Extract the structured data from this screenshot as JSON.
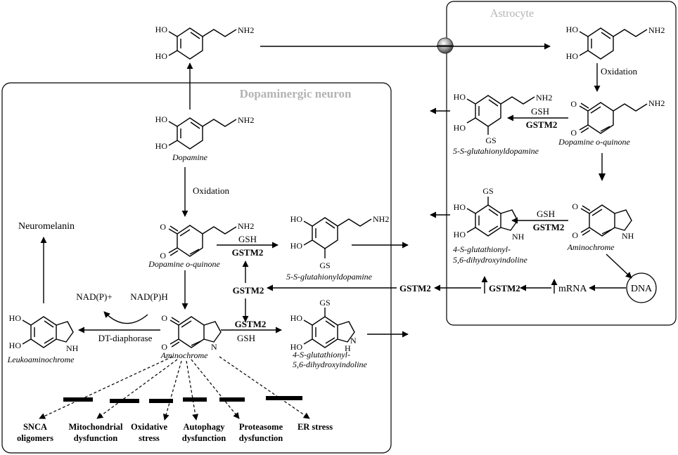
{
  "compartments": {
    "neuron": "Dopaminergic neuron",
    "astrocyte": "Astrocyte"
  },
  "molecules": {
    "dopamine": "Dopamine",
    "dopamine_quinone": "Dopamine o-quinone",
    "aminochrome": "Aminochrome",
    "leukoaminochrome": "Leukoaminochrome",
    "glutathionyldopamine": "5-S-glutahionyldopamine",
    "glutathionyl_indoline_1": "4-S-glutathionyl-",
    "glutathionyl_indoline_2": "5,6-dihydroxyindoline",
    "neuromelanin": "Neuromelanin",
    "dna": "DNA",
    "mrna": "mRNA"
  },
  "atoms": {
    "ho": "HO",
    "nh2": "NH2",
    "o": "O",
    "nh": "NH",
    "n": "N",
    "h": "H",
    "gs": "GS"
  },
  "labels": {
    "oxidation": "Oxidation",
    "gsh": "GSH",
    "gstm2": "GSTM2",
    "nadp_plus": "NAD(P)+",
    "nadph": "NAD(P)H",
    "dt_diaphorase": "DT-diaphorase"
  },
  "outcomes": {
    "snca_1": "SNCA",
    "snca_2": "oligomers",
    "mito_1": "Mitochondrial",
    "mito_2": "dysfunction",
    "oxid_1": "Oxidative",
    "oxid_2": "stress",
    "auto_1": "Autophagy",
    "auto_2": "dysfunction",
    "prot_1": "Proteasome",
    "prot_2": "dysfunction",
    "er": "ER stress"
  }
}
